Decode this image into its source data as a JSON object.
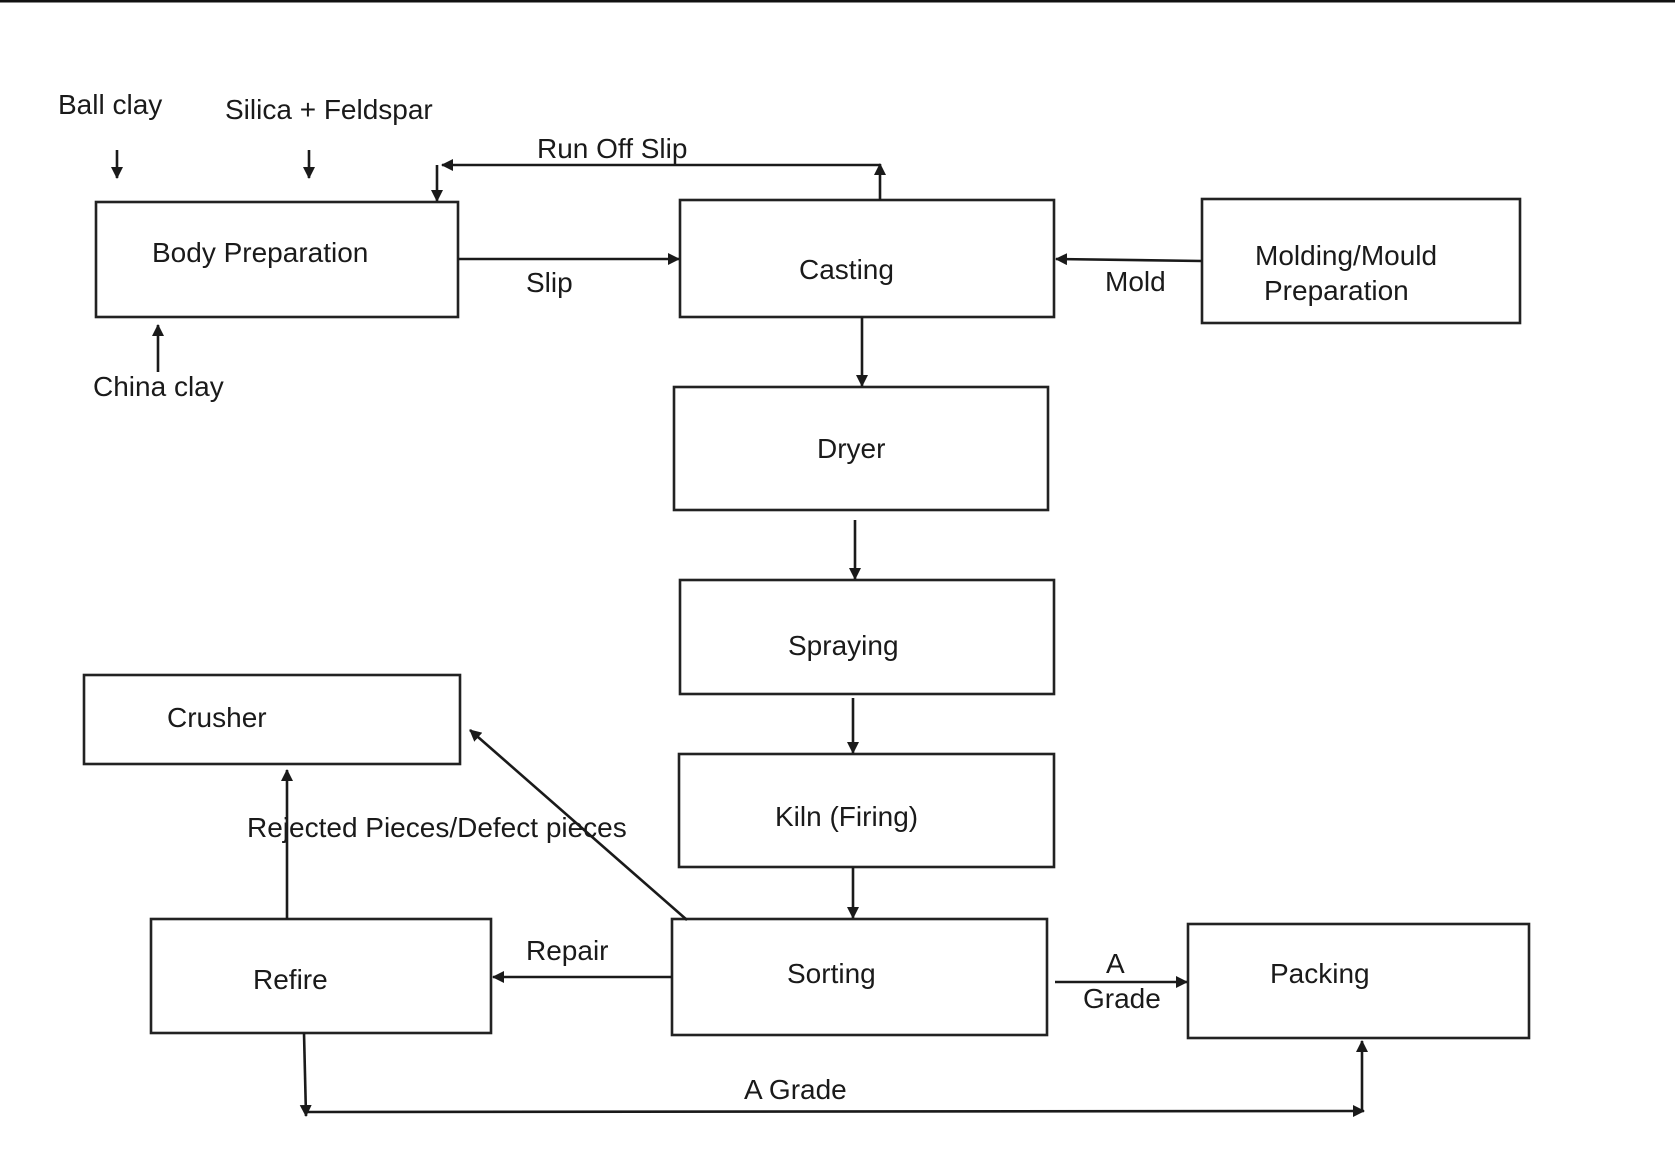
{
  "diagram": {
    "nodes": {
      "body_preparation": "Body Preparation",
      "casting": "Casting",
      "molding_line1": "Molding/Mould",
      "molding_line2": "Preparation",
      "dryer": "Dryer",
      "spraying": "Spraying",
      "kiln": "Kiln (Firing)",
      "sorting": "Sorting",
      "refire": "Refire",
      "crusher": "Crusher",
      "packing": "Packing"
    },
    "inputs": {
      "ball_clay": "Ball clay",
      "silica_feldspar": "Silica + Feldspar",
      "china_clay": "China clay"
    },
    "edges": {
      "run_off_slip": "Run Off Slip",
      "slip": "Slip",
      "mold": "Mold",
      "rejected": "Rejected Pieces/Defect pieces",
      "repair": "Repair",
      "a_grade_top": "A",
      "a_grade_bottom": "Grade",
      "a_grade_long": "A Grade"
    },
    "colors": {
      "line": "#1a1a1a",
      "box_border": "#222222",
      "background": "#ffffff"
    }
  }
}
